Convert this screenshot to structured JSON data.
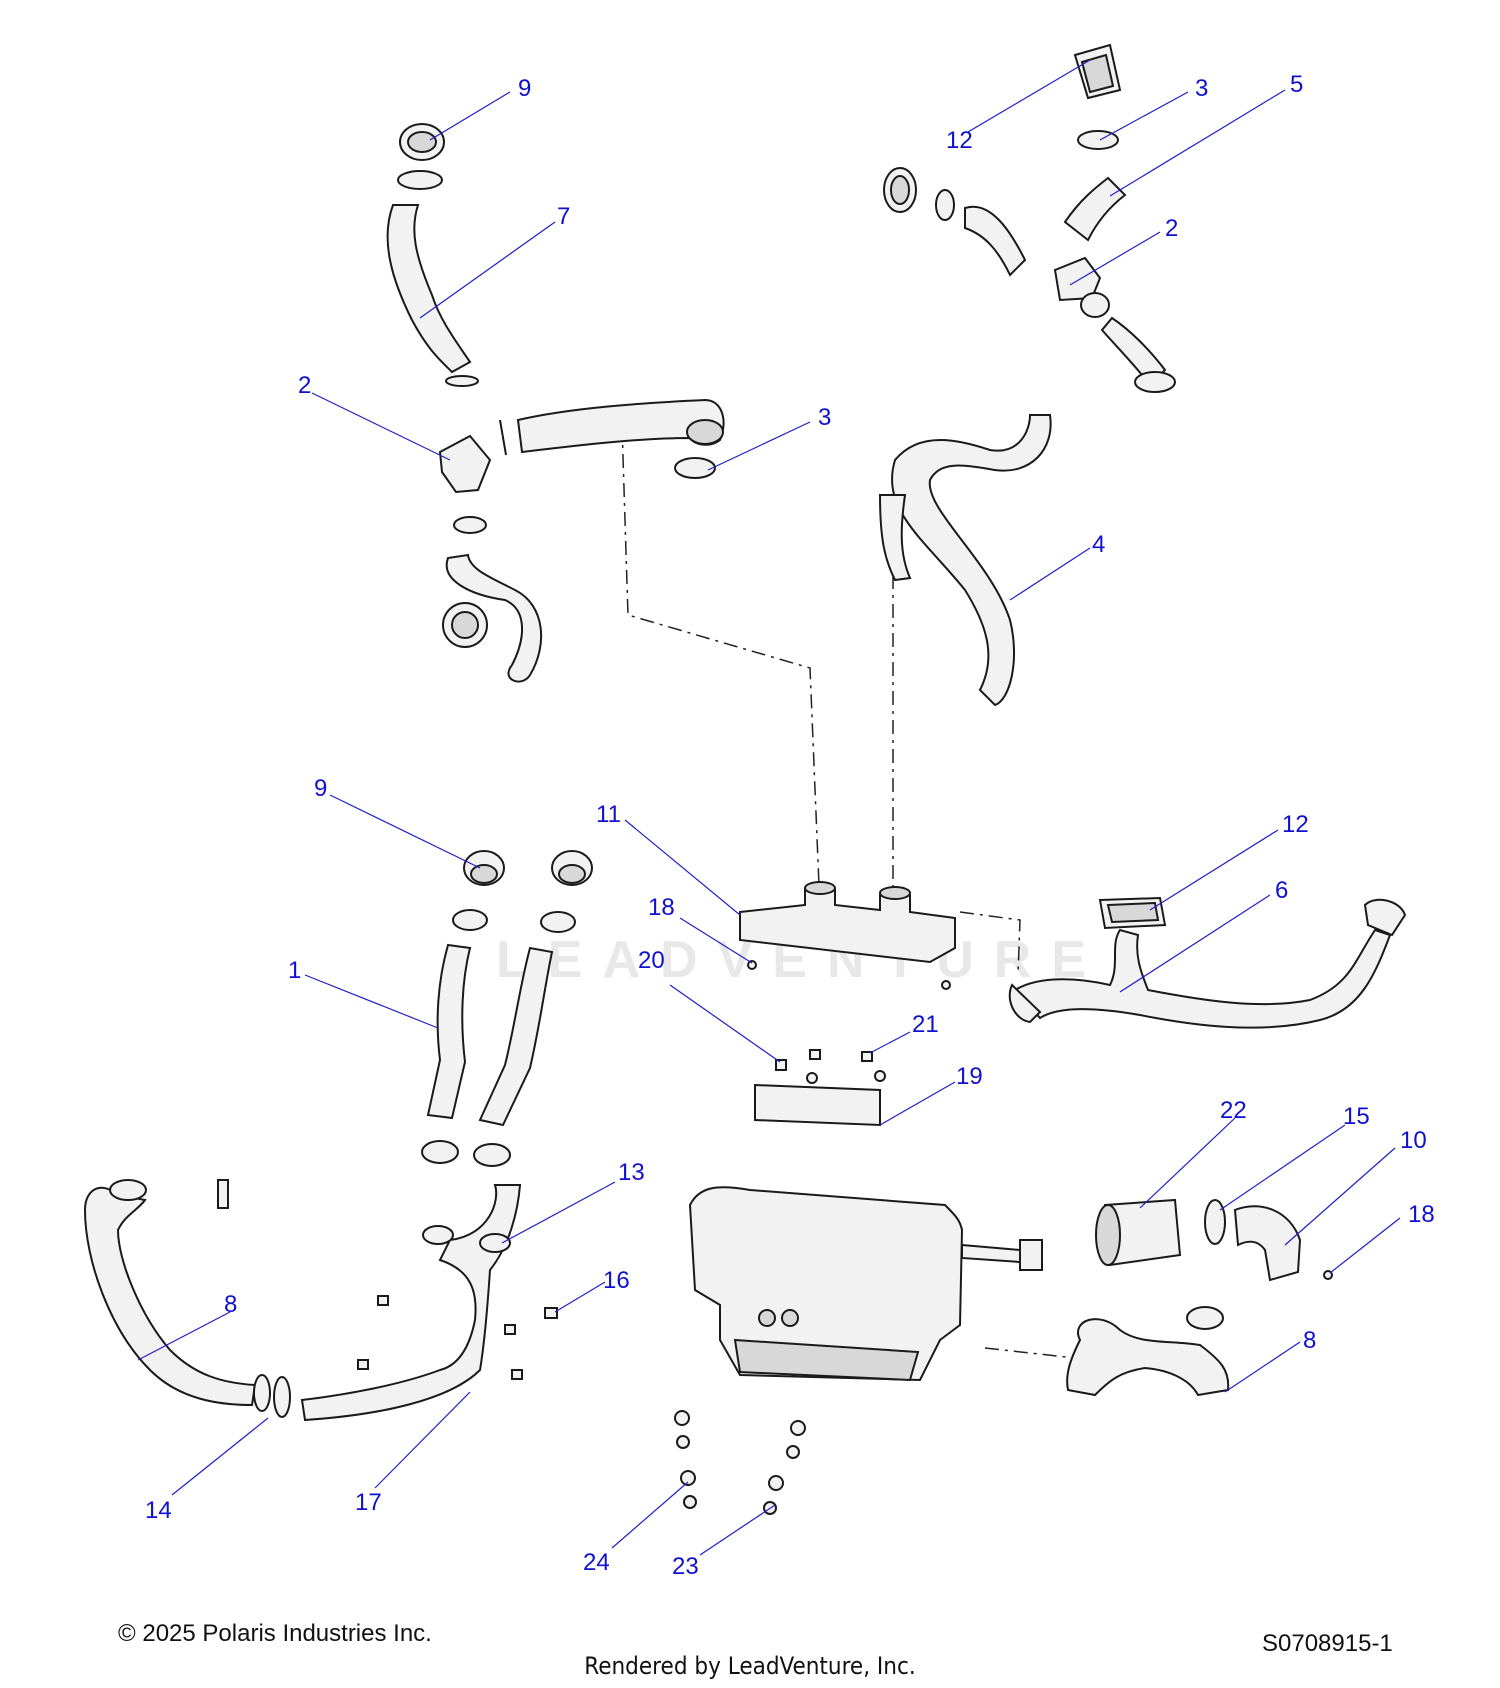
{
  "diagram": {
    "callouts": [
      {
        "id": "c9a",
        "label": "9"
      },
      {
        "id": "c7",
        "label": "7"
      },
      {
        "id": "c2a",
        "label": "2"
      },
      {
        "id": "c3a",
        "label": "3"
      },
      {
        "id": "c12a",
        "label": "12"
      },
      {
        "id": "c3b",
        "label": "3"
      },
      {
        "id": "c5",
        "label": "5"
      },
      {
        "id": "c2b",
        "label": "2"
      },
      {
        "id": "c4",
        "label": "4"
      },
      {
        "id": "c9b",
        "label": "9"
      },
      {
        "id": "c11",
        "label": "11"
      },
      {
        "id": "c12b",
        "label": "12"
      },
      {
        "id": "c6",
        "label": "6"
      },
      {
        "id": "c18a",
        "label": "18"
      },
      {
        "id": "c1",
        "label": "1"
      },
      {
        "id": "c20",
        "label": "20"
      },
      {
        "id": "c21",
        "label": "21"
      },
      {
        "id": "c19",
        "label": "19"
      },
      {
        "id": "c22",
        "label": "22"
      },
      {
        "id": "c15",
        "label": "15"
      },
      {
        "id": "c10",
        "label": "10"
      },
      {
        "id": "c18b",
        "label": "18"
      },
      {
        "id": "c13",
        "label": "13"
      },
      {
        "id": "c16",
        "label": "16"
      },
      {
        "id": "c8a",
        "label": "8"
      },
      {
        "id": "c8b",
        "label": "8"
      },
      {
        "id": "c14",
        "label": "14"
      },
      {
        "id": "c17",
        "label": "17"
      },
      {
        "id": "c24",
        "label": "24"
      },
      {
        "id": "c23",
        "label": "23"
      }
    ],
    "watermark": "LEADVENTURE"
  },
  "footer": {
    "copyright": "© 2025 Polaris Industries Inc.",
    "diagram_id": "S0708915-1",
    "rendered_by": "Rendered by LeadVenture, Inc."
  }
}
